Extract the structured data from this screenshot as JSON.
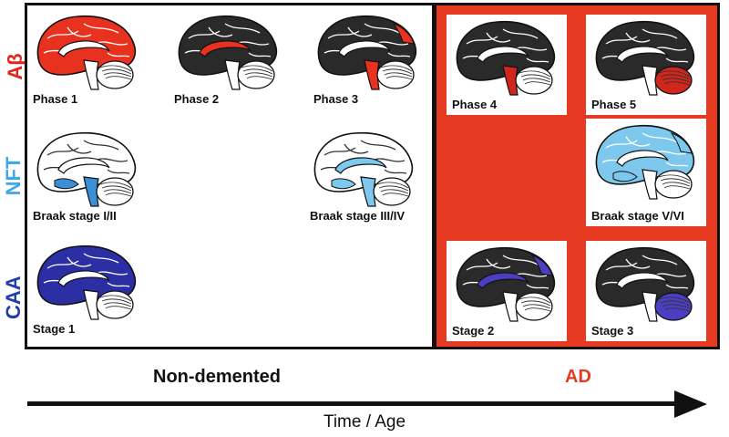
{
  "rows": {
    "abeta": {
      "label": "Aβ",
      "color": "#e0251b"
    },
    "nft": {
      "label": "NFT",
      "color": "#3fa6e8"
    },
    "caa": {
      "label": "CAA",
      "color": "#1e3ea8"
    }
  },
  "panels": {
    "ad_background": "#e63b22"
  },
  "tiles": [
    {
      "label": "Phase 1",
      "icon": "brain-icon",
      "highlight": "#e8321f",
      "pattern": "cortex-full"
    },
    {
      "label": "Phase 2",
      "icon": "brain-icon",
      "highlight": "#e8321f",
      "pattern": "hippocampus"
    },
    {
      "label": "Phase 3",
      "icon": "brain-icon",
      "highlight": "#e8321f",
      "pattern": "midbrain"
    },
    {
      "label": "Phase 4",
      "icon": "brain-icon",
      "highlight": "#d1261b",
      "pattern": "brainstem"
    },
    {
      "label": "Phase 5",
      "icon": "brain-icon",
      "highlight": "#d1261b",
      "pattern": "cerebellum"
    },
    {
      "label": "Braak stage I/II",
      "icon": "brain-icon",
      "highlight": "#3a8fd6",
      "pattern": "entorhinal"
    },
    {
      "label": "Braak stage III/IV",
      "icon": "brain-icon",
      "highlight": "#7ec8ee",
      "pattern": "limbic"
    },
    {
      "label": "Braak stage V/VI",
      "icon": "brain-icon",
      "highlight": "#7ec8ee",
      "pattern": "neocortex"
    },
    {
      "label": "Stage 1",
      "icon": "brain-icon",
      "highlight": "#2b2fa3",
      "pattern": "cortex-full"
    },
    {
      "label": "Stage 2",
      "icon": "brain-icon",
      "highlight": "#4a3fc2",
      "pattern": "cortex-partial"
    },
    {
      "label": "Stage 3",
      "icon": "brain-icon",
      "highlight": "#4a3fc2",
      "pattern": "cerebellum-vessels"
    }
  ],
  "groups": {
    "non_demented": {
      "label": "Non-demented",
      "color": "#111111"
    },
    "ad": {
      "label": "AD",
      "color": "#e63b22"
    }
  },
  "axis": {
    "label": "Time / Age"
  }
}
